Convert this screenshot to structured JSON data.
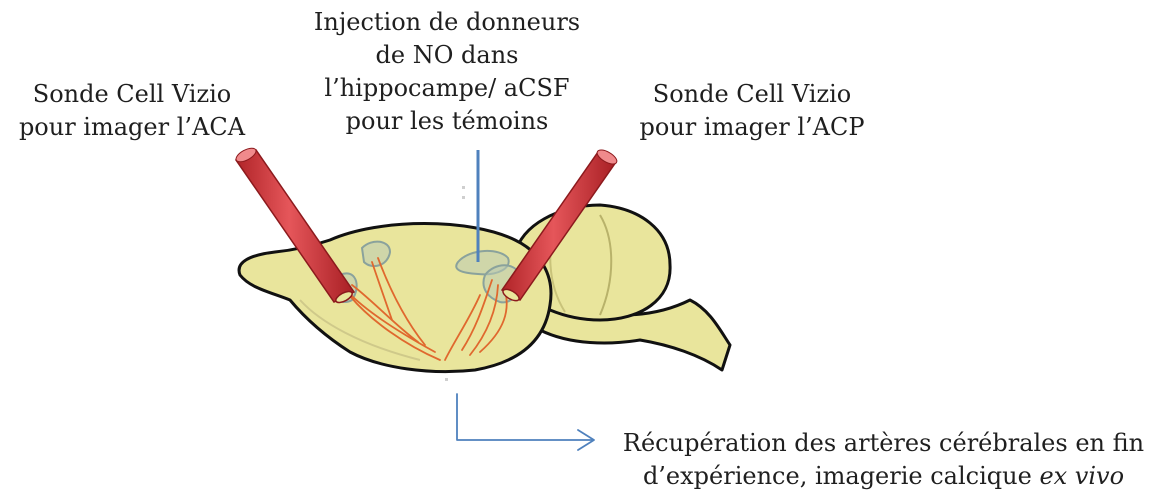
{
  "labels": {
    "left_probe": [
      "Sonde Cell Vizio",
      "pour imager l’ACA"
    ],
    "injection": [
      "Injection de donneurs",
      "de NO dans",
      "l’hippocampe/ aCSF",
      "pour les témoins"
    ],
    "right_probe": [
      "Sonde Cell Vizio",
      "pour imager l’ACP"
    ],
    "recovery": {
      "line1": "Récupération des artères cérébrales en fin",
      "line2_prefix": "d’expérience, imagerie calcique ",
      "line2_italic": "ex vivo"
    }
  },
  "colors": {
    "brain_fill": "#e9e59c",
    "brain_stroke": "#111111",
    "probe_red": "#d83d42",
    "injection_line": "#4f81bd",
    "arrow": "#4f81bd",
    "vessels": "#e0682e",
    "regions": "#b9cbb4"
  },
  "icons": [
    "rat-brain-illustration",
    "probe-icon",
    "injection-needle-icon",
    "arrow-right-icon"
  ]
}
